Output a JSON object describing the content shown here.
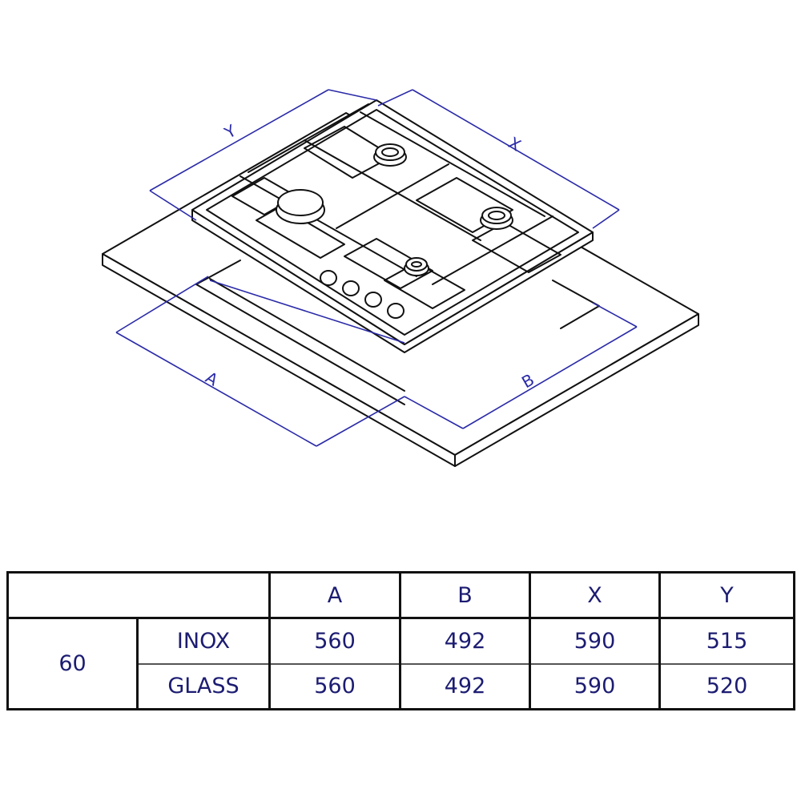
{
  "diagram": {
    "dimension_labels": {
      "Y": "Y",
      "X": "X",
      "A": "A",
      "B": "B"
    },
    "line_color": "#111111",
    "dimension_color": "#2a2aa8"
  },
  "table": {
    "headers": [
      "A",
      "B",
      "X",
      "Y"
    ],
    "size": "60",
    "rows": [
      {
        "material": "INOX",
        "A": "560",
        "B": "492",
        "X": "590",
        "Y": "515"
      },
      {
        "material": "GLASS",
        "A": "560",
        "B": "492",
        "X": "590",
        "Y": "520"
      }
    ],
    "text_color": "#1c1c72"
  }
}
